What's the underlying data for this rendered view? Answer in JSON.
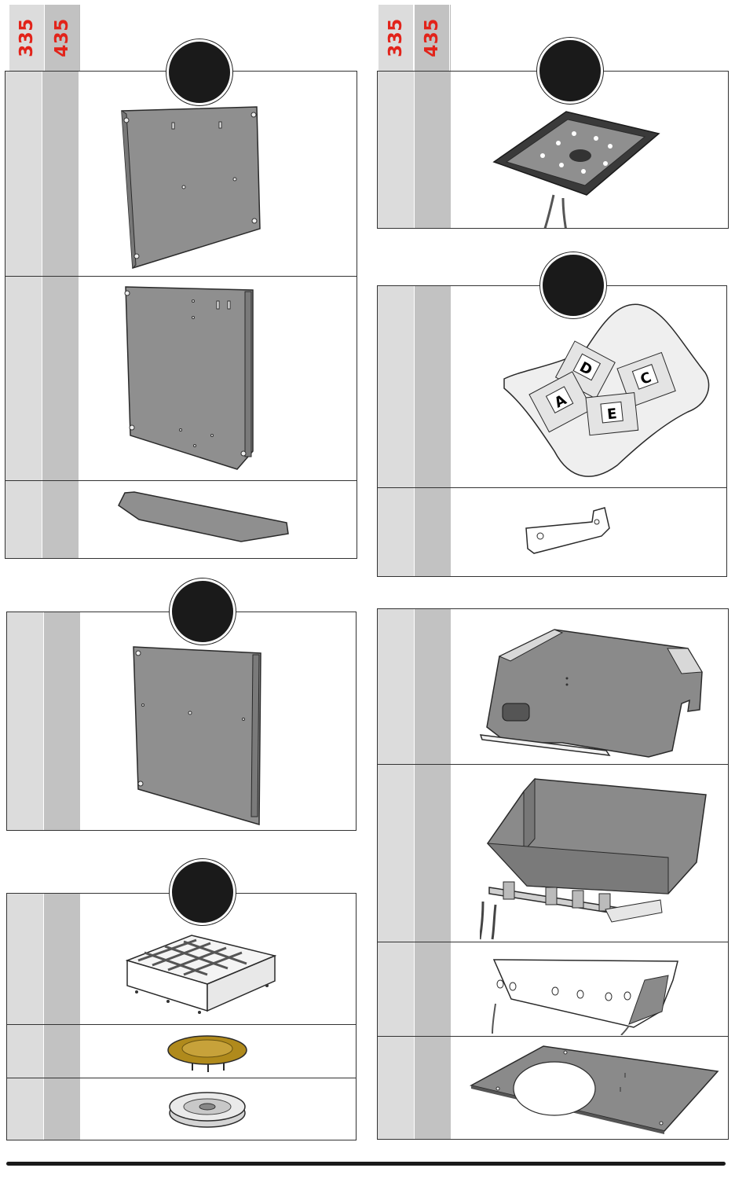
{
  "columns": {
    "left": {
      "model_1": "335",
      "model_2": "435"
    },
    "right": {
      "model_1": "335",
      "model_2": "435"
    }
  },
  "bags": {
    "a": "A",
    "c": "C",
    "d": "D",
    "e": "E"
  },
  "colors": {
    "model_label": "#e2231a",
    "col_light": "#dcdcdc",
    "col_dark": "#c2c2c2",
    "part_gray": "#8a8a8a",
    "part_brass": "#b08a1c"
  }
}
